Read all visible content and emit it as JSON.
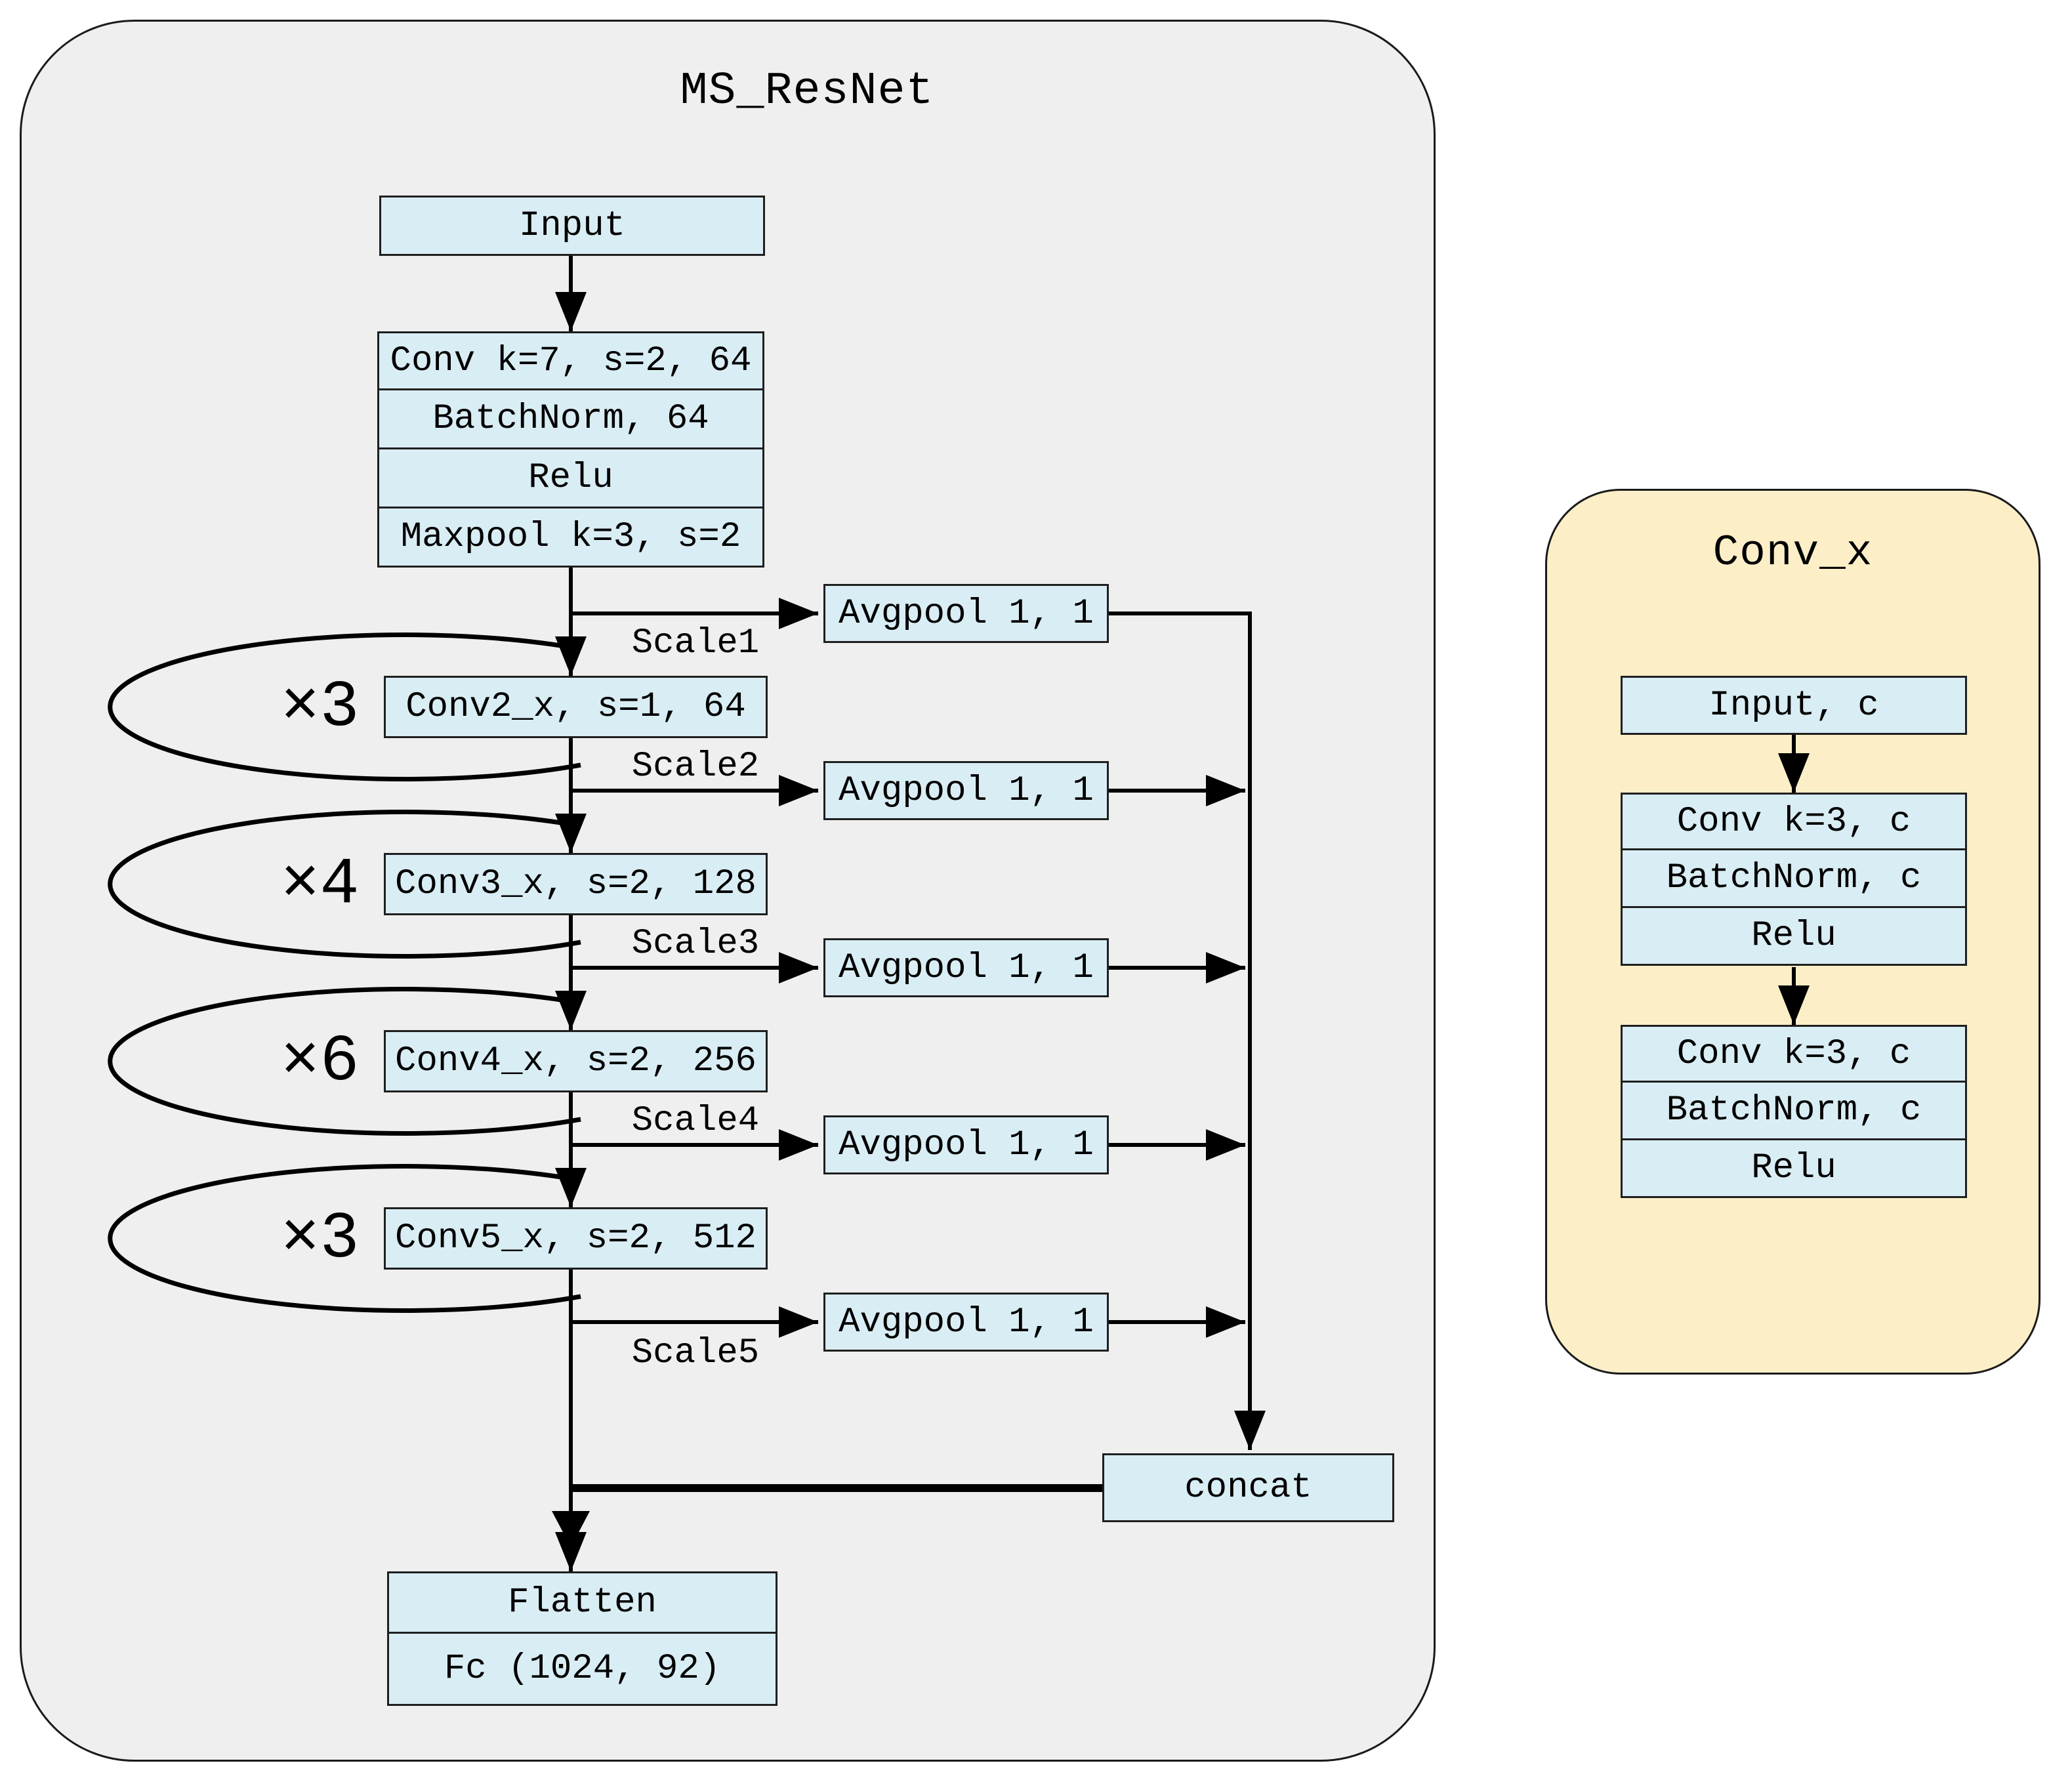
{
  "left_panel": {
    "title": "MS_ResNet",
    "input_label": "Input",
    "stem_layers": [
      "Conv k=7, s=2, 64",
      "BatchNorm, 64",
      "Relu",
      "Maxpool k=3, s=2"
    ],
    "stages": [
      {
        "box": "Conv2_x, s=1, 64",
        "repeat": "×3"
      },
      {
        "box": "Conv3_x, s=2, 128",
        "repeat": "×4"
      },
      {
        "box": "Conv4_x, s=2, 256",
        "repeat": "×6"
      },
      {
        "box": "Conv5_x, s=2, 512",
        "repeat": "×3"
      }
    ],
    "scale_labels": [
      "Scale1",
      "Scale2",
      "Scale3",
      "Scale4",
      "Scale5"
    ],
    "avgpool_labels": [
      "Avgpool 1, 1",
      "Avgpool 1, 1",
      "Avgpool 1, 1",
      "Avgpool 1, 1",
      "Avgpool 1, 1"
    ],
    "concat_label": "concat",
    "head_layers": [
      "Flatten",
      "Fc (1024, 92)"
    ]
  },
  "right_panel": {
    "title": "Conv_x",
    "input_label": "Input, c",
    "block1": [
      "Conv k=3, c",
      "BatchNorm, c",
      "Relu"
    ],
    "block2": [
      "Conv k=3, c",
      "BatchNorm, c",
      "Relu"
    ]
  },
  "colors": {
    "ms_panel_bg": "#efefef",
    "convx_panel_bg": "#fcefc8",
    "node_box_bg": "#d9edf4",
    "line_color": "#000000"
  }
}
